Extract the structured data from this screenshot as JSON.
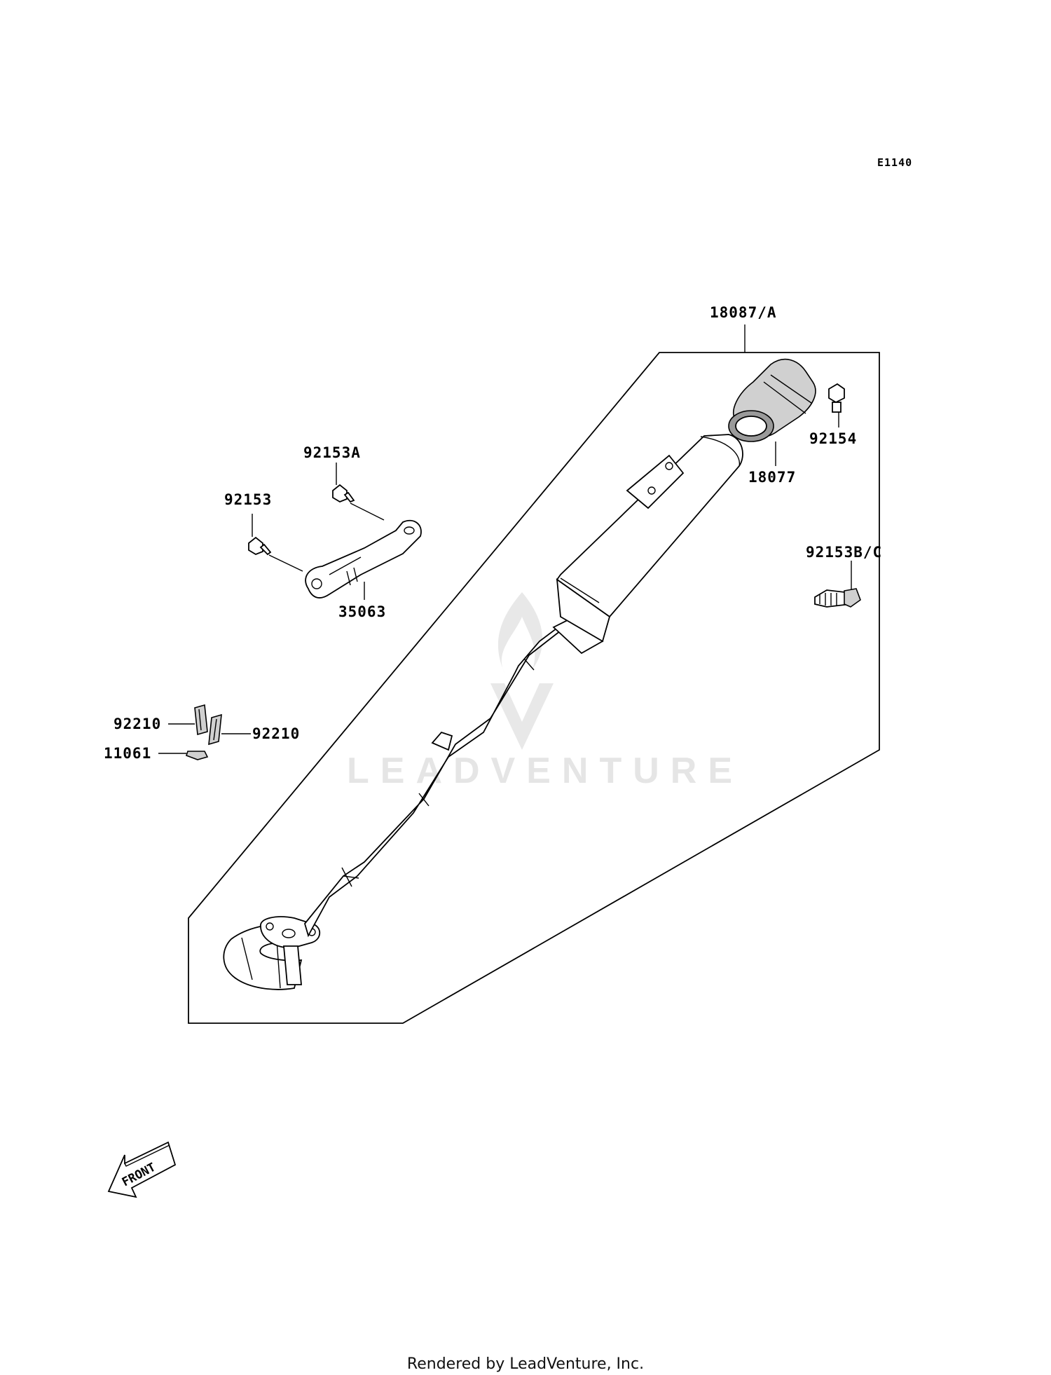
{
  "diagram_code": "E1140",
  "watermark": "LEADVENTURE",
  "front_label": "FRONT",
  "footer": "Rendered by LeadVenture, Inc.",
  "callouts": {
    "muffler_assy": "18087/A",
    "end_cap": "18077",
    "bolt_end_cap": "92154",
    "bolt_92153a": "92153A",
    "bolt_92153": "92153",
    "bracket": "35063",
    "bolt_92153bc": "92153B/C",
    "clip_left": "92210",
    "clip_right": "92210",
    "gasket": "11061"
  }
}
